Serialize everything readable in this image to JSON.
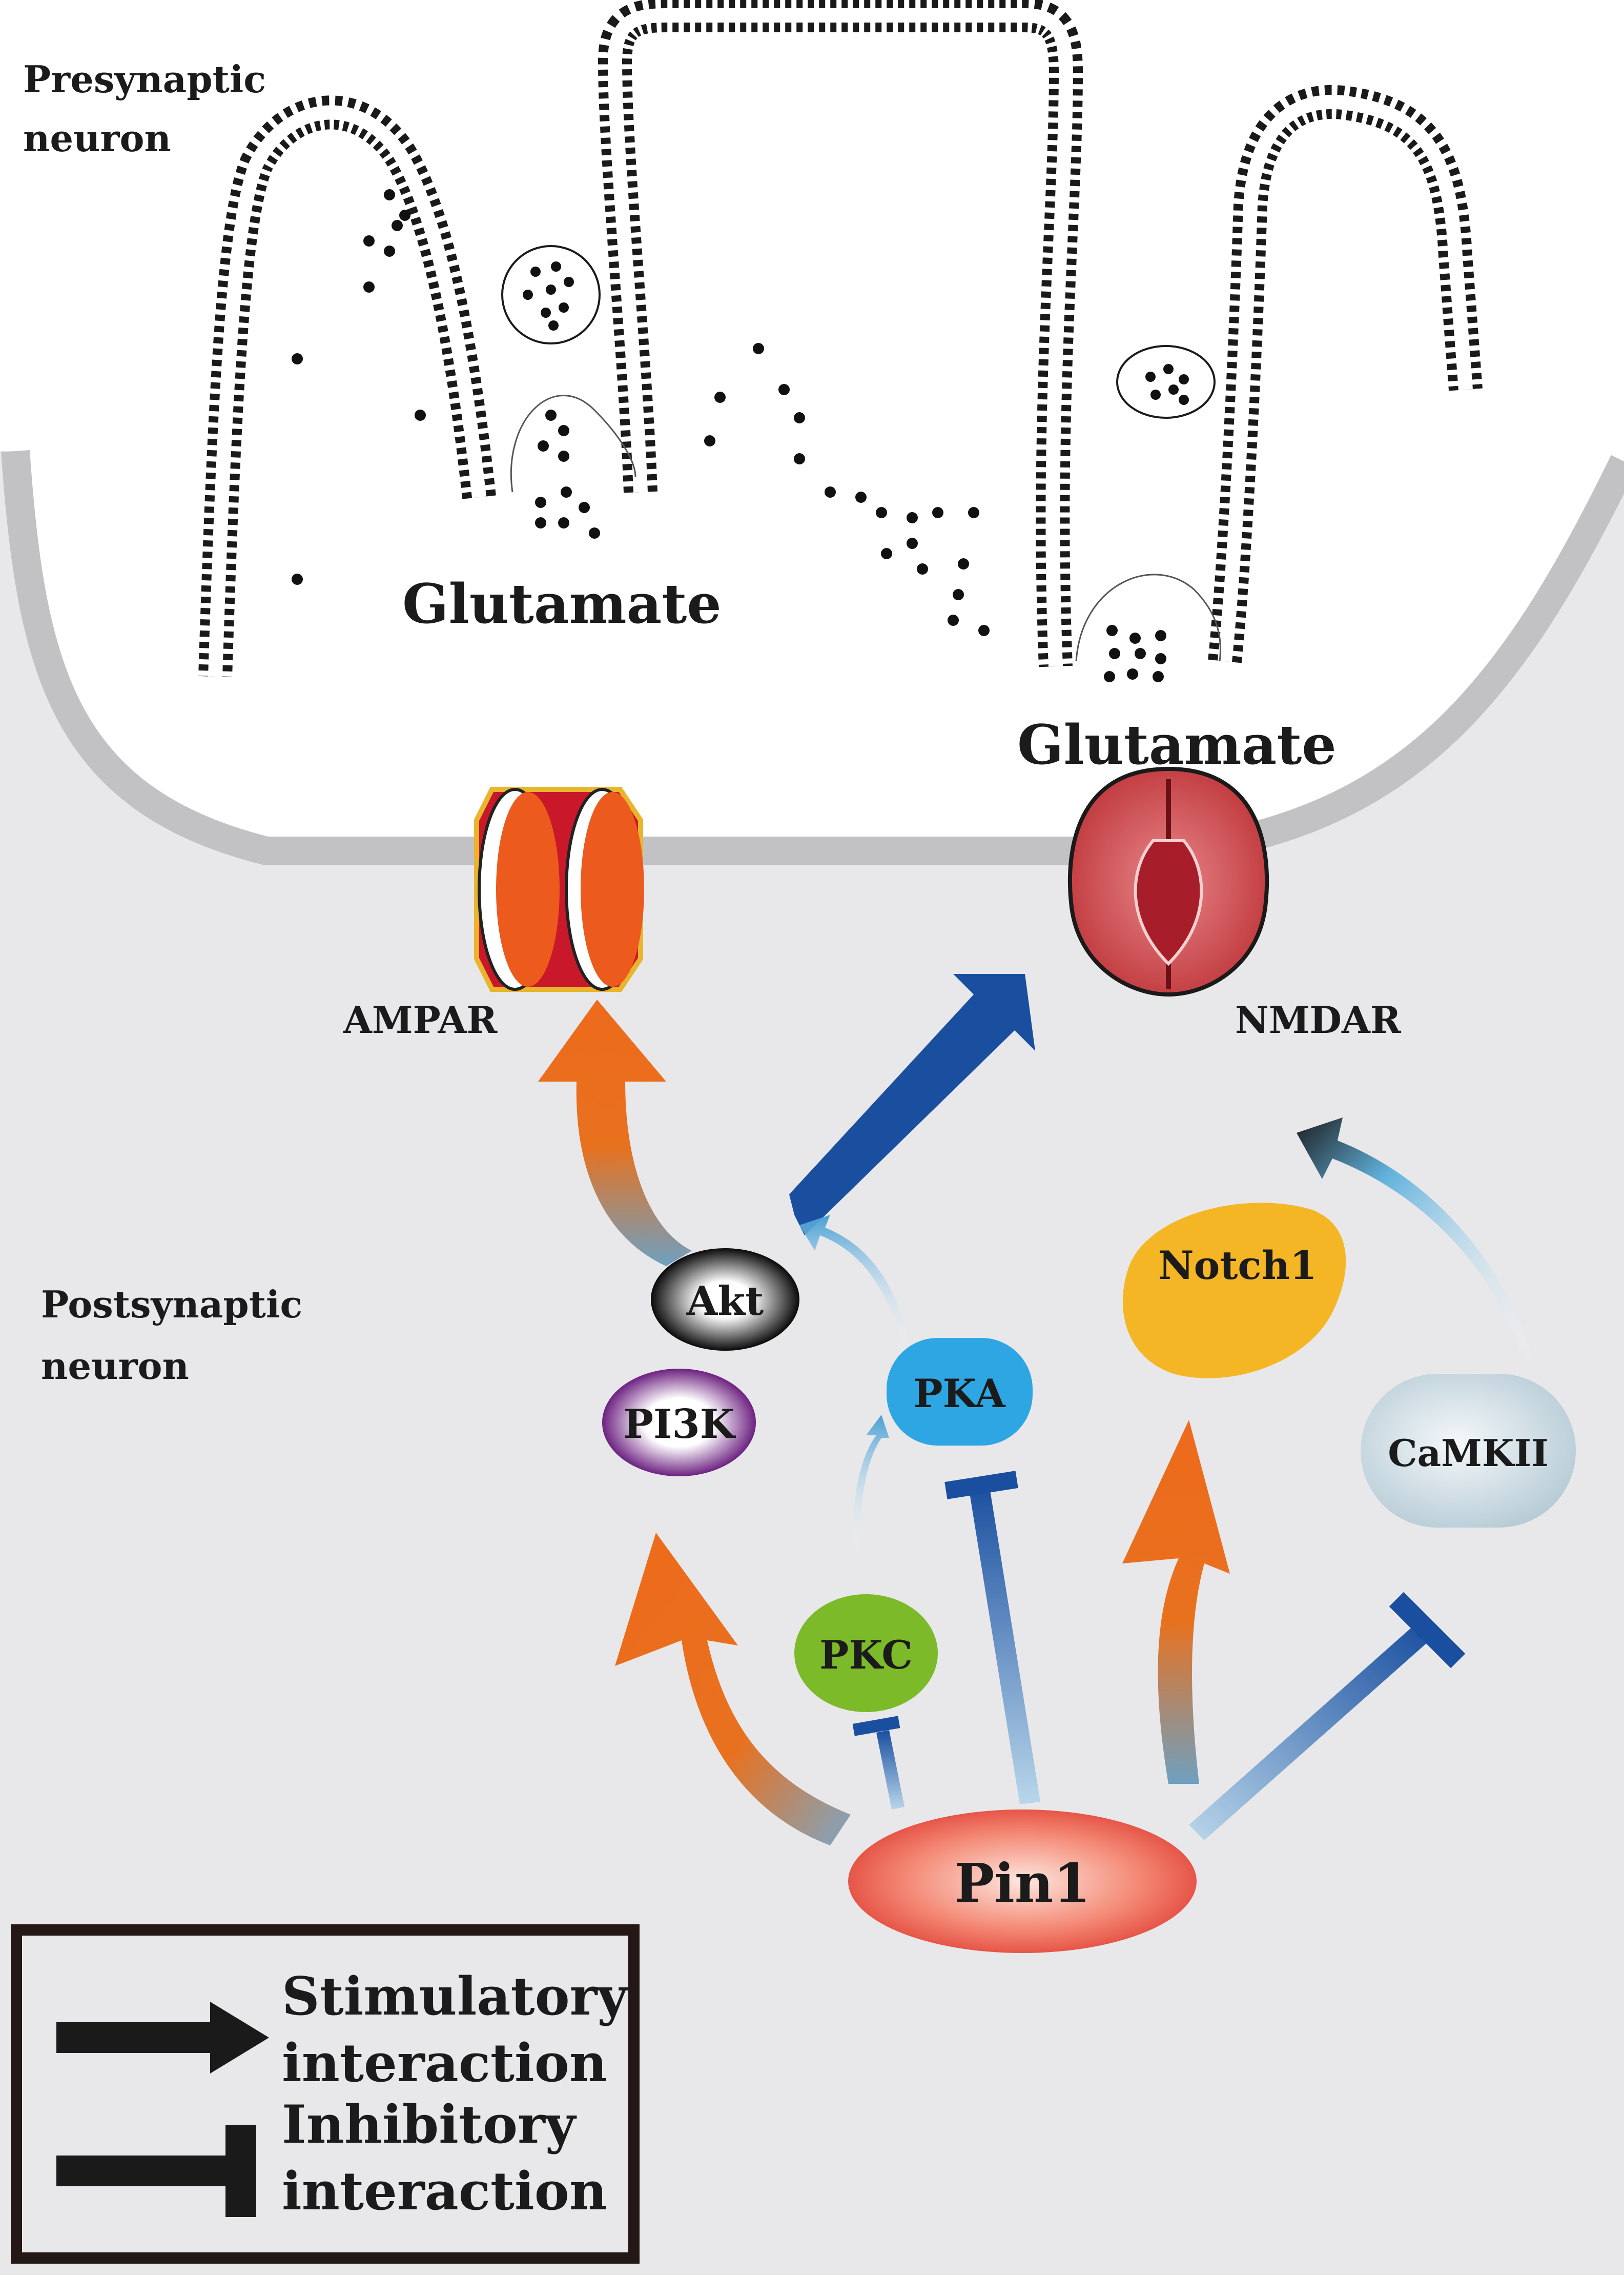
{
  "labels": {
    "presynaptic_line1": "Presynaptic",
    "presynaptic_line2": "neuron",
    "postsynaptic_line1": "Postsynaptic",
    "postsynaptic_line2": "neuron",
    "glutamate_left": "Glutamate",
    "glutamate_right": "Glutamate",
    "ampar": "AMPAR",
    "nmdar": "NMDAR"
  },
  "nodes": {
    "akt": "Akt",
    "pi3k": "PI3K",
    "pka": "PKA",
    "pkc": "PKC",
    "notch1": "Notch1",
    "camkii": "CaMKII",
    "pin1": "Pin1"
  },
  "legend": {
    "stimulatory_line1": "Stimulatory",
    "stimulatory_line2": "interaction",
    "inhibitory_line1": "Inhibitory",
    "inhibitory_line2": "interaction"
  },
  "colors": {
    "stimulatory_orange": "#e8711e",
    "inhibitory_blue": "#1a4fa0",
    "pka_blue": "#2ea6e3",
    "pkc_green": "#7cba2a",
    "notch1_yellow": "#f5b626",
    "pi3k_purple": "#7a2d8c",
    "pin1_red": "#ea5a4b",
    "camkii_gray": "#c9d9e0",
    "postsynaptic_bg": "#e8e8ea",
    "membrane_gray": "#c2c2c4"
  }
}
